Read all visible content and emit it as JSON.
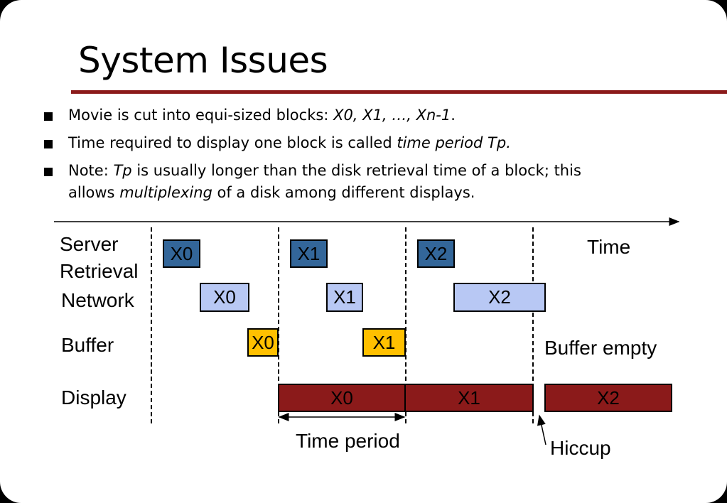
{
  "title": "System Issues",
  "bullets": [
    {
      "pre": "Movie is cut into equi-sized blocks: ",
      "em": "X0, X1, …, Xn-1",
      "post": "."
    },
    {
      "pre": "Time required to display one block is called ",
      "em": "time period Tp.",
      "post": ""
    },
    {
      "pre": "Note: ",
      "em": "Tp",
      "post": " is usually longer than the disk retrieval time of a block; this",
      "line2_pre": "allows ",
      "line2_em": "multiplexing",
      "line2_post": " of a disk among different displays."
    }
  ],
  "diagram": {
    "time_label": "Time",
    "rows": {
      "server_line1": "Server",
      "server_line2": "Retrieval",
      "network": "Network",
      "buffer": "Buffer",
      "display": "Display"
    },
    "server_blocks": [
      "X0",
      "X1",
      "X2"
    ],
    "network_blocks": [
      "X0",
      "X1",
      "X2"
    ],
    "buffer_blocks": [
      "X0",
      "X1"
    ],
    "display_blocks": [
      "X0",
      "X1",
      "X2"
    ],
    "buffer_empty": "Buffer empty",
    "time_period": "Time period",
    "hiccup": "Hiccup",
    "colors": {
      "title_rule": "#8B1A1A",
      "server": "#336699",
      "network": "#B8C8F4",
      "buffer": "#FFC000",
      "display": "#8B1A1A"
    }
  }
}
